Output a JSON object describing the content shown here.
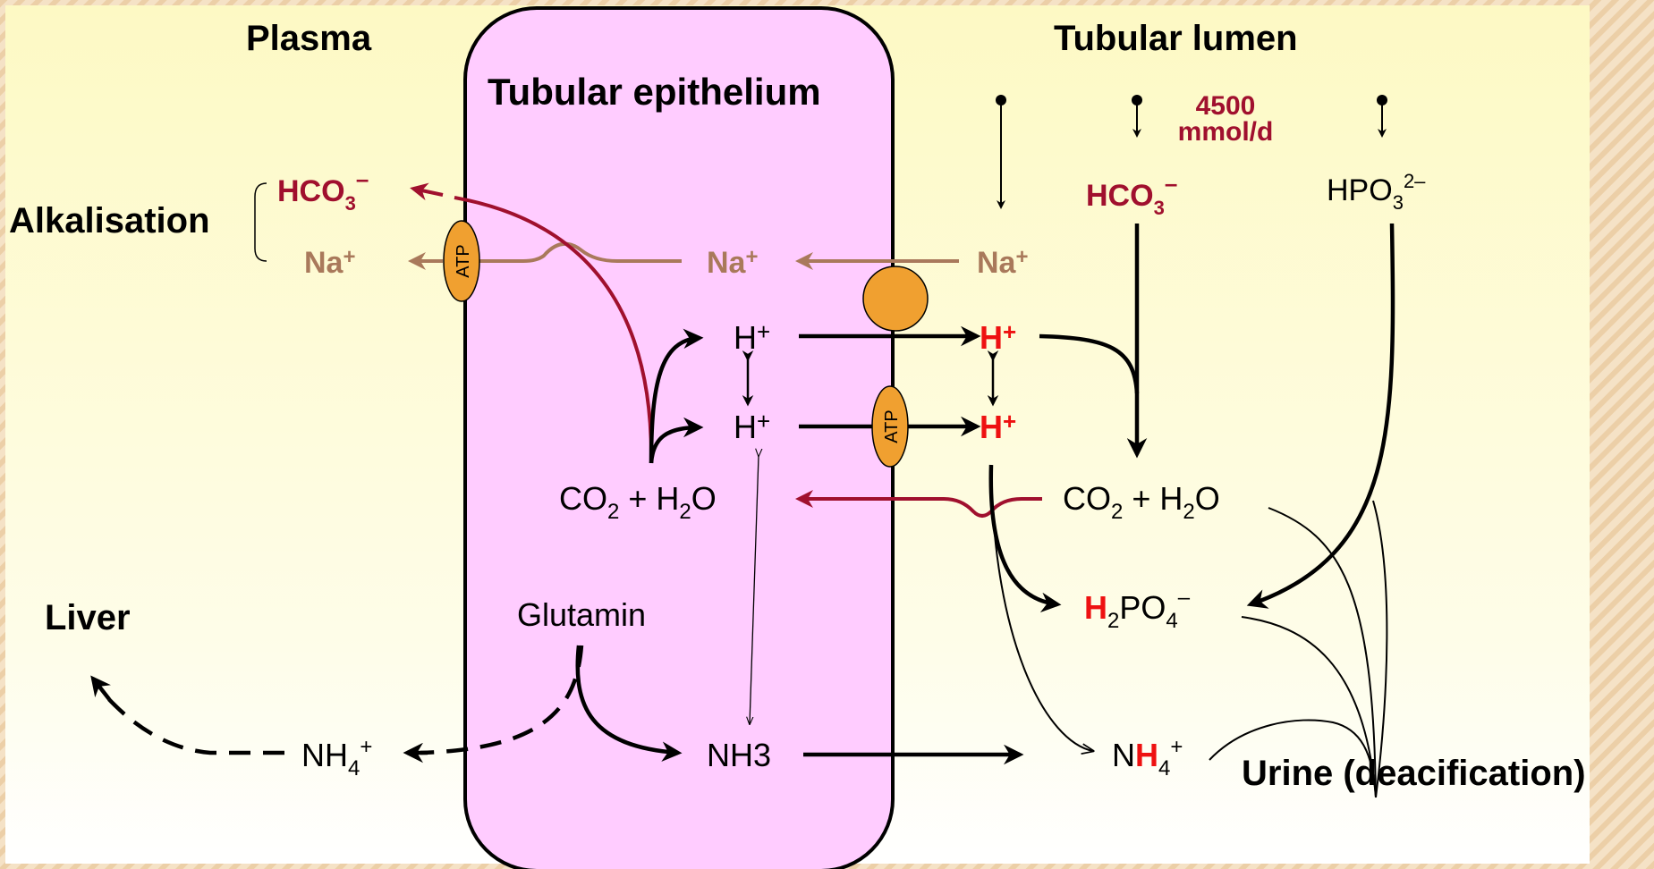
{
  "labels": {
    "plasma": "Plasma",
    "tubular_lumen": "Tubular lumen",
    "tubular_epithelium": "Tubular epithelium",
    "alkalisation": "Alkalisation",
    "liver": "Liver",
    "glutamin": "Glutamin",
    "nh3": "NH3",
    "urine": "Urine (deacification)",
    "atp": "ATP",
    "na_plus": "Na",
    "h_plus": "H",
    "plus": "+",
    "minus": "–",
    "hco": "HCO",
    "hpo": "HPO",
    "po": "PO",
    "co": "CO",
    "h2o_h": " + H",
    "o": "O",
    "n": "N",
    "h": "H",
    "nh": "NH",
    "sub2": "2",
    "sub3": "3",
    "sub4": "4",
    "sup2minus": "2–",
    "flux_value": "4500",
    "flux_unit": "mmol/d"
  },
  "colors": {
    "crimson": "#a0102e",
    "brown": "#a9795b",
    "red": "#ee1111",
    "black": "#000000",
    "epithelium_fill": "#ffccff",
    "atp_fill": "#f0a030",
    "panel_yellow": "#fdf9c4"
  }
}
